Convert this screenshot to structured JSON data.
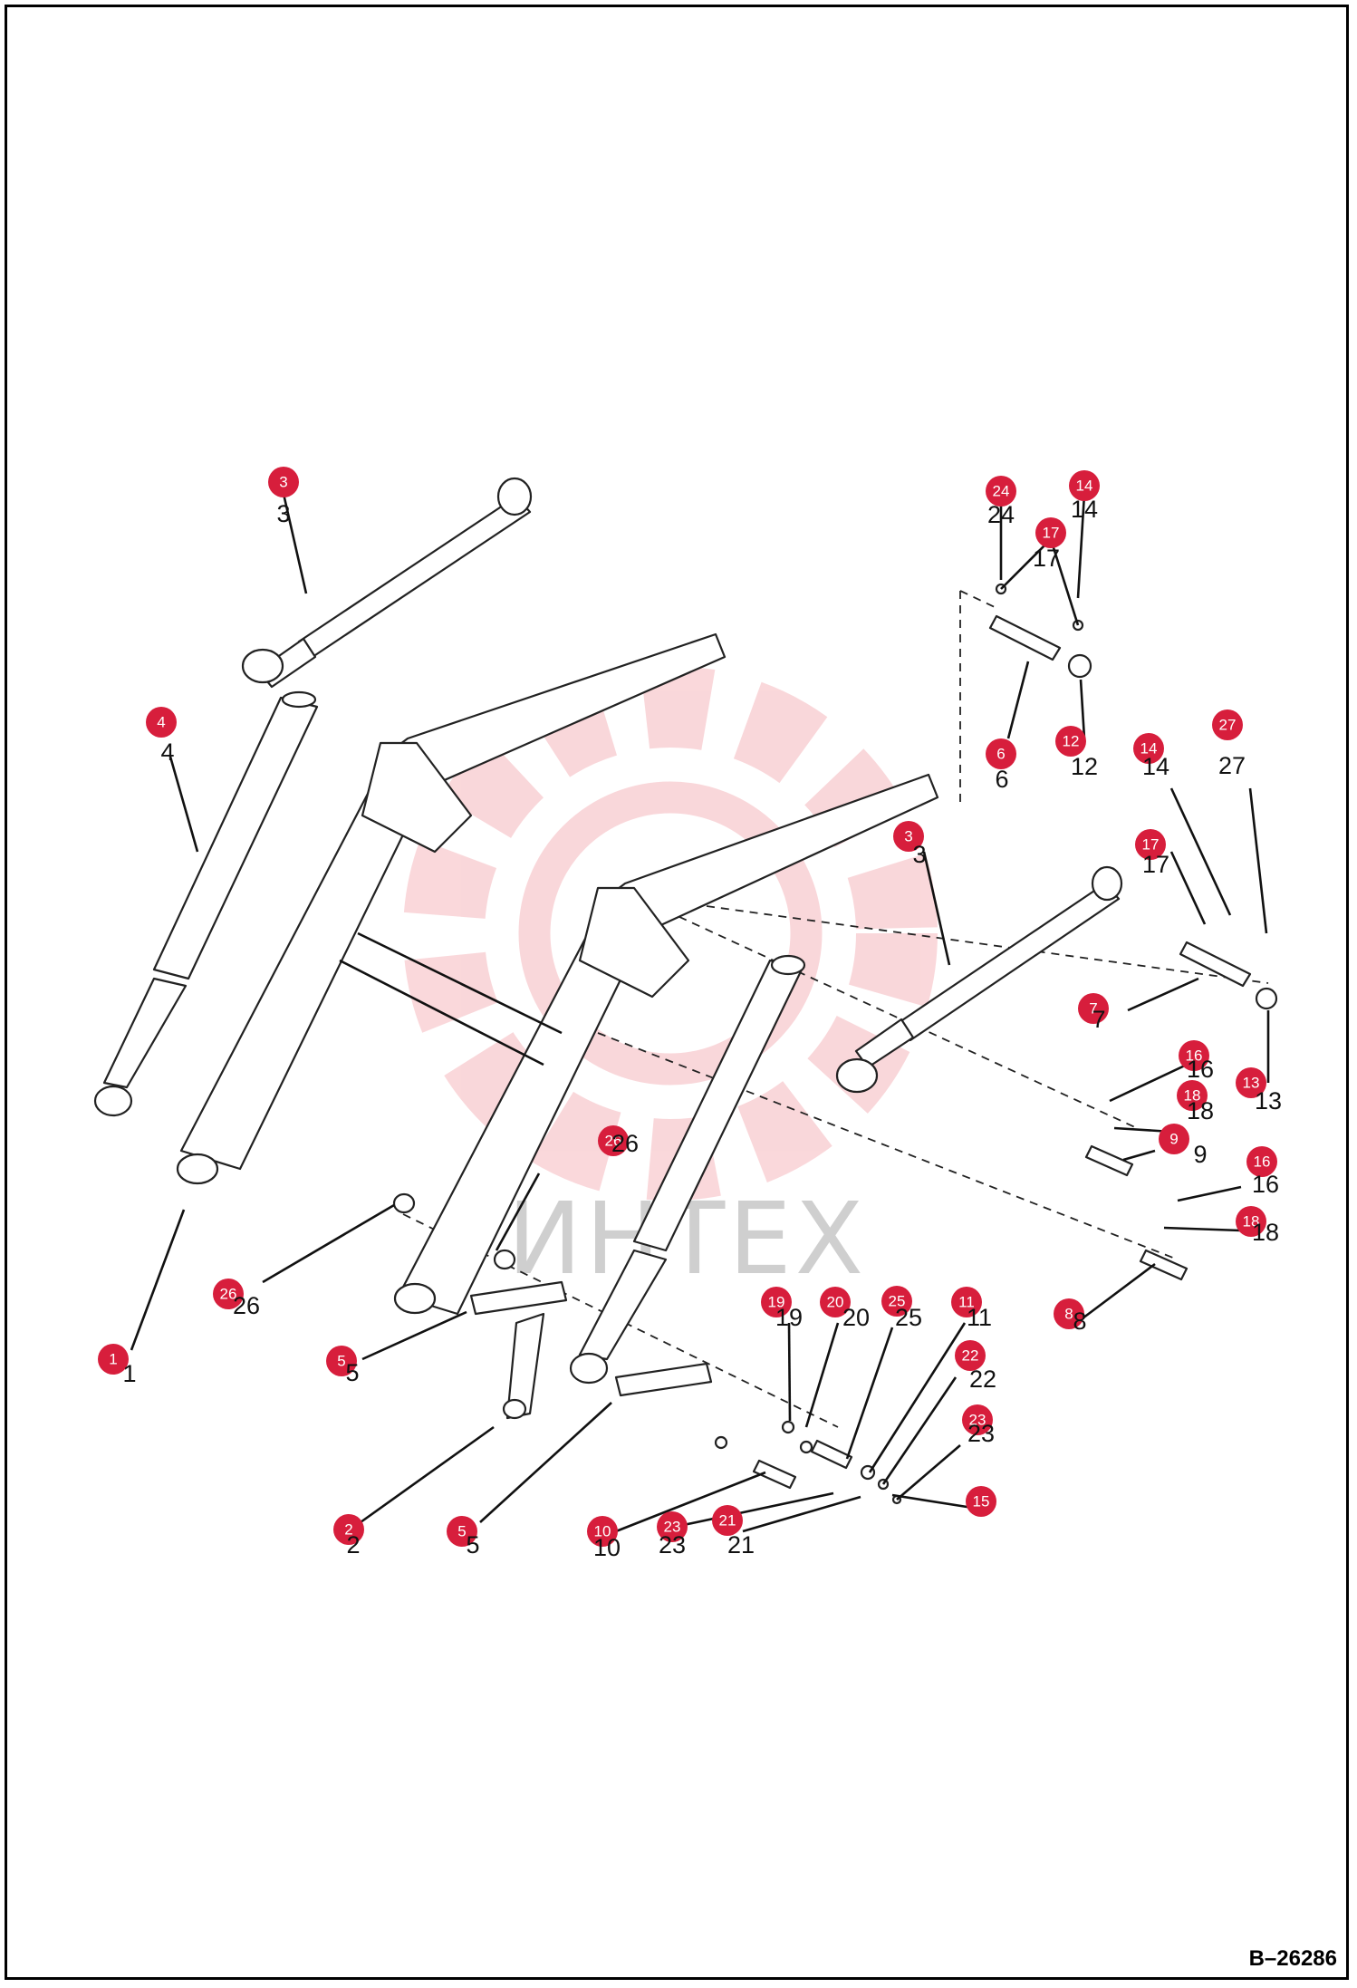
{
  "watermark": {
    "text": "ИНТЕХ",
    "color": "#f5b8bd"
  },
  "document_id": "B–26286",
  "callout_color": "#d71e3c",
  "callouts": [
    {
      "n": "3",
      "label": "3"
    },
    {
      "n": "24",
      "label": "24"
    },
    {
      "n": "14",
      "label": "14"
    },
    {
      "n": "17",
      "label": "17"
    },
    {
      "n": "4",
      "label": "4"
    },
    {
      "n": "6",
      "label": "6"
    },
    {
      "n": "12",
      "label": "12"
    },
    {
      "n": "14",
      "label": "14"
    },
    {
      "n": "27",
      "label": "27"
    },
    {
      "n": "3",
      "label": "3"
    },
    {
      "n": "17",
      "label": "17"
    },
    {
      "n": "7",
      "label": "7"
    },
    {
      "n": "16",
      "label": "16"
    },
    {
      "n": "13",
      "label": "13"
    },
    {
      "n": "18",
      "label": "18"
    },
    {
      "n": "9",
      "label": "9"
    },
    {
      "n": "26",
      "label": "26"
    },
    {
      "n": "16",
      "label": "16"
    },
    {
      "n": "18",
      "label": "18"
    },
    {
      "n": "26",
      "label": "26"
    },
    {
      "n": "19",
      "label": "19"
    },
    {
      "n": "20",
      "label": "20"
    },
    {
      "n": "25",
      "label": "25"
    },
    {
      "n": "11",
      "label": "11"
    },
    {
      "n": "8",
      "label": "8"
    },
    {
      "n": "1",
      "label": "1"
    },
    {
      "n": "5",
      "label": "5"
    },
    {
      "n": "22",
      "label": "22"
    },
    {
      "n": "23",
      "label": "23"
    },
    {
      "n": "15",
      "label": "15"
    },
    {
      "n": "2",
      "label": "2"
    },
    {
      "n": "5",
      "label": "5"
    },
    {
      "n": "10",
      "label": "10"
    },
    {
      "n": "23",
      "label": "23"
    },
    {
      "n": "21",
      "label": "21"
    }
  ]
}
